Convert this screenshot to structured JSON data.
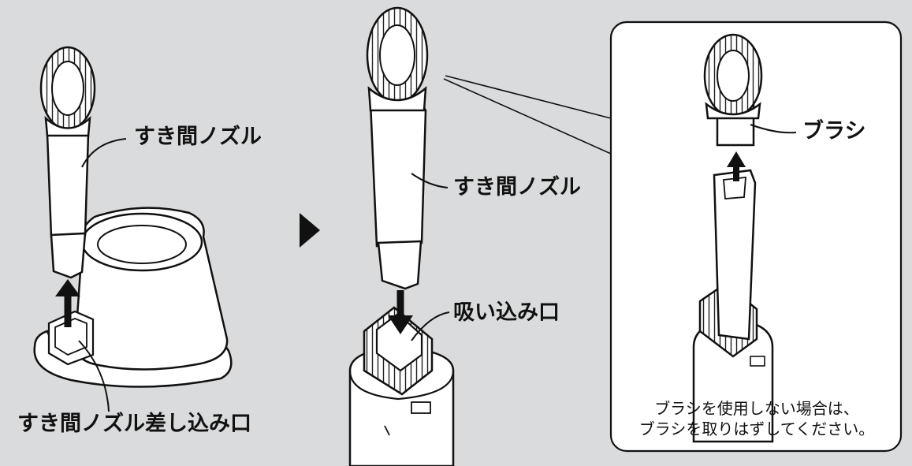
{
  "labels": {
    "nozzle_left": "すき間ノズル",
    "nozzle_middle": "すき間ノズル",
    "insert_port": "すき間ノズル差し込み口",
    "suction_port": "吸い込み口",
    "brush": "ブラシ"
  },
  "note": {
    "line1": "ブラシを使用しない場合は、",
    "line2": "ブラシを取りはずしてください。"
  }
}
